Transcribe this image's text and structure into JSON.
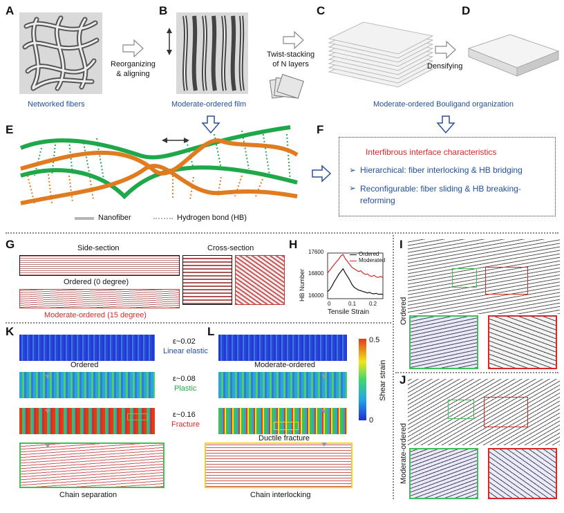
{
  "panels": {
    "A": {
      "letter": "A",
      "caption": "Networked fibers"
    },
    "B": {
      "letter": "B",
      "caption": "Moderate-ordered film"
    },
    "C": {
      "letter": "C"
    },
    "D": {
      "letter": "D"
    },
    "E": {
      "letter": "E"
    },
    "F": {
      "letter": "F"
    },
    "G": {
      "letter": "G"
    },
    "H": {
      "letter": "H"
    },
    "I": {
      "letter": "I"
    },
    "J": {
      "letter": "J"
    },
    "K": {
      "letter": "K"
    },
    "L": {
      "letter": "L"
    }
  },
  "arrows": {
    "reorganizing": "Reorganizing\n& aligning",
    "twist_stacking": "Twist-stacking\nof N layers",
    "densifying": "Densifying",
    "bouligand": "Moderate-ordered Bouligand organization"
  },
  "legend_e": {
    "nanofiber": "Nanofiber",
    "hbond": "Hydrogen bond (HB)"
  },
  "panel_f": {
    "title": "Interfibrous interface characteristics",
    "item1": "Hierarchical: fiber interlocking & HB bridging",
    "item2": "Reconfigurable: fiber sliding & HB breaking-\nreforming",
    "bullet": "➢"
  },
  "panel_g": {
    "side": "Side-section",
    "cross": "Cross-section",
    "ordered": "Ordered (0 degree)",
    "moderate": "Moderate-ordered (15 degree)"
  },
  "chart_data": {
    "type": "line",
    "xlabel": "Tensile Strain",
    "ylabel": "HB Number",
    "xlim": [
      0,
      0.25
    ],
    "ylim": [
      16000,
      17600
    ],
    "xticks": [
      "0",
      "0.1",
      "0.2"
    ],
    "yticks": [
      "16000",
      "16800",
      "17600"
    ],
    "legend_position": "top-right",
    "series": [
      {
        "name": "Ordered",
        "color": "#111111",
        "x": [
          0,
          0.01,
          0.02,
          0.03,
          0.04,
          0.05,
          0.06,
          0.07,
          0.08,
          0.09,
          0.1,
          0.11,
          0.12,
          0.13,
          0.14,
          0.15,
          0.16,
          0.17,
          0.18,
          0.19,
          0.2,
          0.21,
          0.22,
          0.23,
          0.24,
          0.25
        ],
        "y": [
          16250,
          16320,
          16450,
          16600,
          16720,
          16850,
          16950,
          17050,
          16900,
          16780,
          16650,
          16500,
          16400,
          16350,
          16300,
          16280,
          16250,
          16230,
          16200,
          16220,
          16180,
          16170,
          16190,
          16150,
          16160,
          16150
        ]
      },
      {
        "name": "Moderated",
        "color": "#d62828",
        "x": [
          0,
          0.01,
          0.02,
          0.03,
          0.04,
          0.05,
          0.06,
          0.07,
          0.08,
          0.09,
          0.1,
          0.11,
          0.12,
          0.13,
          0.14,
          0.15,
          0.16,
          0.17,
          0.18,
          0.19,
          0.2,
          0.21,
          0.22,
          0.23,
          0.24,
          0.25
        ],
        "y": [
          16900,
          17000,
          17100,
          17200,
          17300,
          17380,
          17500,
          17550,
          17400,
          17300,
          17200,
          17100,
          17050,
          17000,
          16950,
          16980,
          16900,
          16850,
          16870,
          16800,
          16780,
          16820,
          16760,
          16750,
          16780,
          16740
        ]
      }
    ]
  },
  "panel_k": {
    "ordered": "Ordered",
    "chain_sep": "Chain separation",
    "eps1": "ε~0.02",
    "state1": "Linear elastic",
    "eps2": "ε~0.08",
    "state2": "Plastic",
    "eps3": "ε~0.16",
    "state3": "Fracture"
  },
  "panel_l": {
    "moderate": "Moderate-ordered",
    "ductile": "Ductile fracture",
    "chain_inter": "Chain interlocking"
  },
  "colorbar": {
    "max": "0.5",
    "min": "0",
    "label": "Shear strain"
  },
  "side_labels": {
    "ordered": "Ordered",
    "moderate": "Moderate-ordered"
  },
  "colors": {
    "green_fiber": "#1fa84a",
    "orange_fiber": "#e07b1f",
    "accent_blue": "#1f4e9c",
    "accent_red": "#d62828"
  }
}
